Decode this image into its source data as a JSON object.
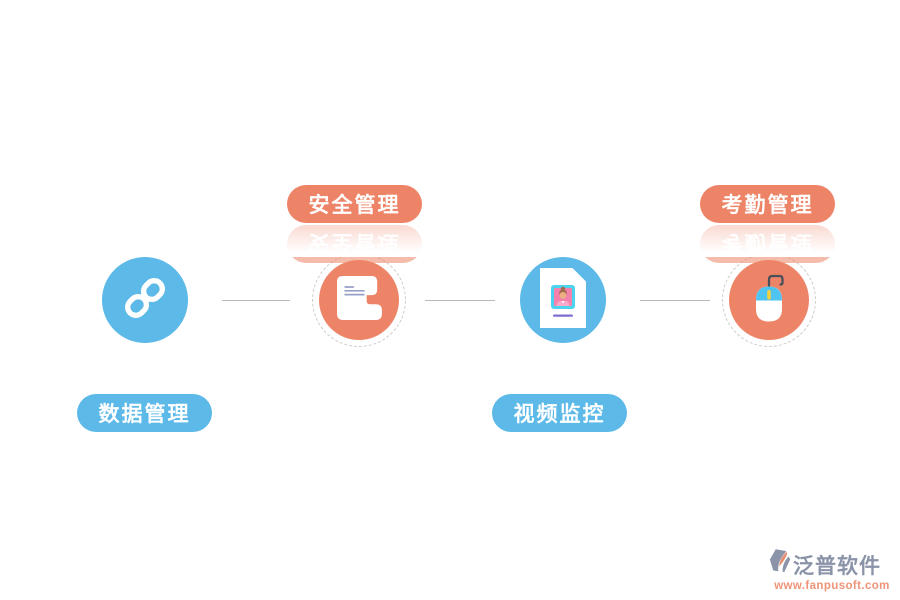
{
  "diagram": {
    "nodes": [
      {
        "label": "数据管理",
        "icon": "link-icon",
        "color": "#5CB9E8",
        "label_position": "bottom"
      },
      {
        "label": "安全管理",
        "icon": "scroll-icon",
        "color": "#EE8467",
        "label_position": "top"
      },
      {
        "label": "视频监控",
        "icon": "id-card-icon",
        "color": "#5CB9E8",
        "label_position": "bottom"
      },
      {
        "label": "考勤管理",
        "icon": "mouse-icon",
        "color": "#EE8467",
        "label_position": "top"
      }
    ],
    "connector_color": "#b9b9b9"
  },
  "watermark": {
    "brand": "泛普软件",
    "url": "www.fanpusoft.com"
  }
}
